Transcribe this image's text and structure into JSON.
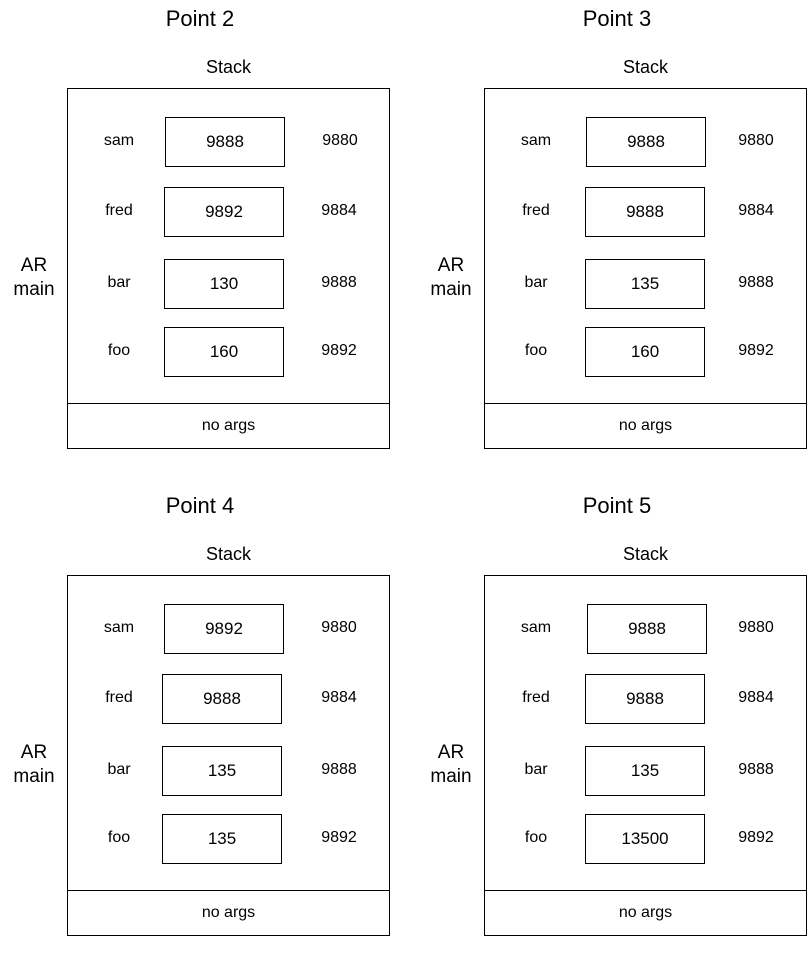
{
  "panels": [
    {
      "title": "Point 2",
      "stack_label": "Stack",
      "ar_label": "AR\nmain",
      "args_label": "no args",
      "rows": [
        {
          "name": "sam",
          "value": "9888",
          "address": "9880"
        },
        {
          "name": "fred",
          "value": "9892",
          "address": "9884"
        },
        {
          "name": "bar",
          "value": "130",
          "address": "9888"
        },
        {
          "name": "foo",
          "value": "160",
          "address": "9892"
        }
      ]
    },
    {
      "title": "Point 3",
      "stack_label": "Stack",
      "ar_label": "AR\nmain",
      "args_label": "no args",
      "rows": [
        {
          "name": "sam",
          "value": "9888",
          "address": "9880"
        },
        {
          "name": "fred",
          "value": "9888",
          "address": "9884"
        },
        {
          "name": "bar",
          "value": "135",
          "address": "9888"
        },
        {
          "name": "foo",
          "value": "160",
          "address": "9892"
        }
      ]
    },
    {
      "title": "Point 4",
      "stack_label": "Stack",
      "ar_label": "AR\nmain",
      "args_label": "no args",
      "rows": [
        {
          "name": "sam",
          "value": "9892",
          "address": "9880"
        },
        {
          "name": "fred",
          "value": "9888",
          "address": "9884"
        },
        {
          "name": "bar",
          "value": "135",
          "address": "9888"
        },
        {
          "name": "foo",
          "value": "135",
          "address": "9892"
        }
      ]
    },
    {
      "title": "Point 5",
      "stack_label": "Stack",
      "ar_label": "AR\nmain",
      "args_label": "no args",
      "rows": [
        {
          "name": "sam",
          "value": "9888",
          "address": "9880"
        },
        {
          "name": "fred",
          "value": "9888",
          "address": "9884"
        },
        {
          "name": "bar",
          "value": "135",
          "address": "9888"
        },
        {
          "name": "foo",
          "value": "13500",
          "address": "9892"
        }
      ]
    }
  ]
}
